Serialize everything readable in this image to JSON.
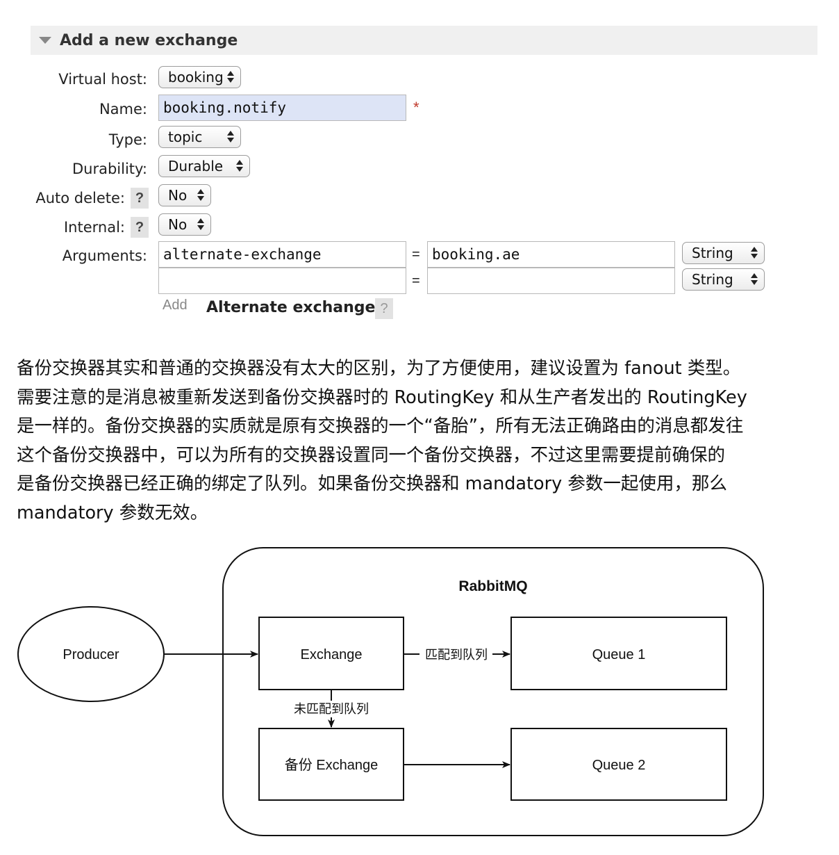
{
  "form": {
    "header_title": "Add a new exchange",
    "fields": {
      "virtual_host": {
        "label": "Virtual host:",
        "value": "booking"
      },
      "name": {
        "label": "Name:",
        "value": "booking.notify",
        "required_mark": "*"
      },
      "type": {
        "label": "Type:",
        "value": "topic"
      },
      "durability": {
        "label": "Durability:",
        "value": "Durable"
      },
      "auto_delete": {
        "label": "Auto delete:",
        "help": "?",
        "value": "No"
      },
      "internal": {
        "label": "Internal:",
        "help": "?",
        "value": "No"
      }
    },
    "arguments": {
      "label": "Arguments:",
      "equals": "=",
      "rows": [
        {
          "key": "alternate-exchange",
          "value": "booking.ae",
          "type": "String"
        },
        {
          "key": "",
          "value": "",
          "type": "String"
        }
      ],
      "add_label": "Add",
      "shortcut_label": "Alternate exchange",
      "shortcut_help": "?"
    }
  },
  "paragraph": {
    "lines": [
      "备份交换器其实和普通的交换器没有太大的区别，为了方便使用，建议设置为 fanout 类型。",
      "需要注意的是消息被重新发送到备份交换器时的 RoutingKey 和从生产者发出的 RoutingKey",
      "是一样的。备份交换器的实质就是原有交换器的一个“备胎”，所有无法正确路由的消息都发往",
      "这个备份交换器中，可以为所有的交换器设置同一个备份交换器，不过这里需要提前确保的",
      "是备份交换器已经正确的绑定了队列。如果备份交换器和 mandatory 参数一起使用，那么",
      "mandatory 参数无效。"
    ]
  },
  "diagram": {
    "container_title": "RabbitMQ",
    "producer": "Producer",
    "exchange": "Exchange",
    "backup_exchange": "备份 Exchange",
    "queue1": "Queue 1",
    "queue2": "Queue 2",
    "matched_label": "匹配到队列",
    "unmatched_label": "未匹配到队列"
  }
}
